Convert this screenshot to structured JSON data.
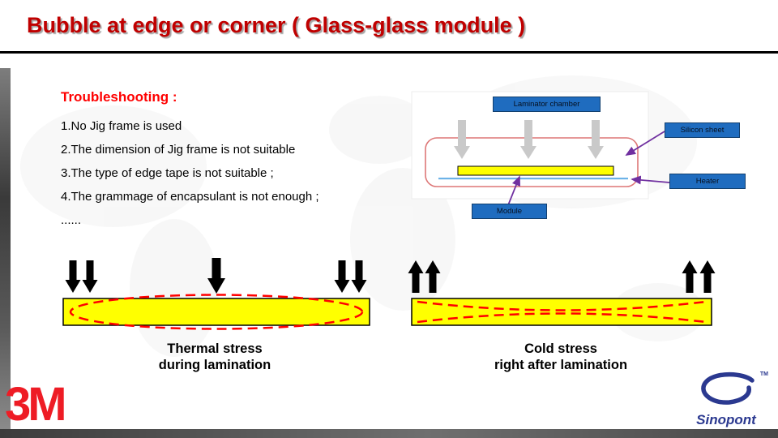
{
  "title": "Bubble at edge or corner ( Glass-glass module )",
  "troubleshooting": {
    "heading": "Troubleshooting :",
    "items": [
      "1.No Jig frame is used",
      "2.The dimension of Jig frame is not suitable",
      "3.The type of edge tape is not suitable ;",
      "4.The grammage of encapsulant is not enough ;",
      "......"
    ]
  },
  "laminator": {
    "chamber": "Laminator chamber",
    "silicon_sheet": "Silicon sheet",
    "heater": "Heater",
    "module": "Module"
  },
  "captions": {
    "thermal1": "Thermal stress",
    "thermal2": "during lamination",
    "cold1": "Cold stress",
    "cold2": "right after lamination"
  },
  "logos": {
    "m3": "3M",
    "sinopont": "Sinopont",
    "tm": "TM"
  },
  "colors": {
    "title_red": "#C00000",
    "heading_red": "#FF0000",
    "label_blue": "#1F6CBF",
    "module_yellow": "#FFFF00",
    "stress_dash_red": "#FF0000",
    "chamber_outline": "#DD7777",
    "arrow_gray": "#C9C9C9",
    "callout_purple": "#7030A0",
    "heater_blue": "#6DB3E8",
    "logo_3m_red": "#EE1C25",
    "sinopont_blue": "#2B3990"
  }
}
